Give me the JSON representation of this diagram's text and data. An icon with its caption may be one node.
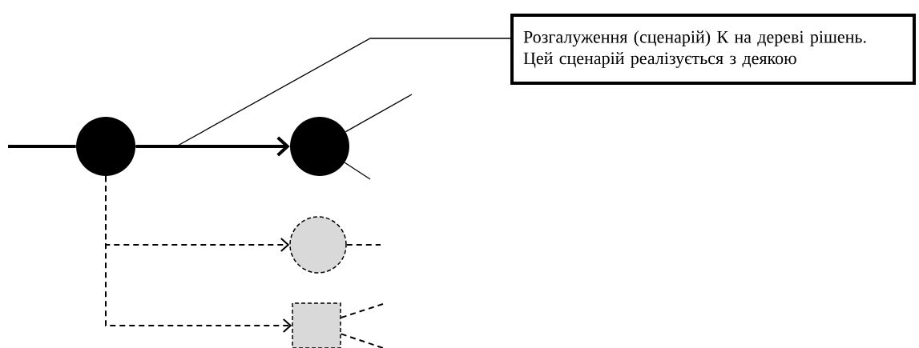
{
  "diagram": {
    "nodes": [
      {
        "text": [
          "Розгалуження (сценарій) К на дереві рішень. Цей сценарій реалізується з деякою"
        ]
      },
      {
        "text": [],
        "shape": "circle"
      },
      {
        "text": [],
        "shape": "circle"
      },
      {
        "text": [],
        "shape": "circle"
      },
      {
        "text": [],
        "shape": "box"
      }
    ],
    "edges": [
      {
        "from": null,
        "to": 1,
        "arrow": "none",
        "style": "thick"
      },
      {
        "from": 1,
        "to": 2,
        "arrow": "to",
        "style": "thick"
      },
      {
        "from": 0,
        "to": null,
        "arrow": "none"
      },
      {
        "from": 2,
        "to": null,
        "arrow": "none"
      },
      {
        "from": 2,
        "to": null,
        "arrow": "none"
      },
      {
        "from": 1,
        "to": 3,
        "arrow": "to",
        "style": "dashed"
      },
      {
        "from": 1,
        "to": 4,
        "arrow": "to",
        "style": "dashed"
      },
      {
        "from": 3,
        "to": null,
        "arrow": "none",
        "style": "dashed"
      },
      {
        "from": 4,
        "to": null,
        "arrow": "none",
        "style": "dashed"
      },
      {
        "from": 4,
        "to": null,
        "arrow": "none",
        "style": "dashed"
      }
    ]
  }
}
